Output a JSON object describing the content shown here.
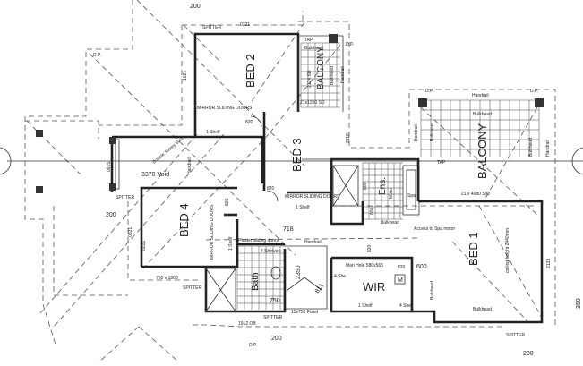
{
  "plan": {
    "rooms": {
      "bed2": "BED 2",
      "bed3": "BED 3",
      "bed4": "BED 4",
      "bed1": "BED 1",
      "wir": "WIR",
      "bath": "Bath",
      "ens": "Ens.",
      "balcony_small": "BALCONY",
      "balcony_large": "BALCONY"
    },
    "labels": {
      "dim_200_top": "200",
      "spitter_top": "SPITTER",
      "dim_0321": "0321",
      "dim_1021": "1021",
      "dp_left": "D.P.",
      "mirror_doors_bed2": "MIRROR SLIDING DOORS",
      "shelf_bed2": "1 Shelf",
      "door_820_bed2": "820",
      "double_storey_void": "Double Storey Void",
      "void_3370": "3370 Void",
      "handrail_void": "Handrail",
      "dim_0915": "0915",
      "spitter_left": "SPITTER",
      "dim_200_left": "200",
      "dim_0221": "0221",
      "tap_small": "TAP",
      "bulkhead_small_top": "Bulkhead",
      "sd_2124": "2124 SD",
      "bulkhead_small_side": "Bulkhead",
      "handrail_small": "Handrail",
      "sd_21x1350": "21x1350 SD",
      "dim_2118": "2118",
      "dp_balc_left": "D.P.",
      "dp_balc_right": "D.P.",
      "dp_small": "D.P.",
      "handrail_large_top": "Handrail",
      "bulkhead_large_top": "Bulkhead",
      "handrail_large_left": "Handrail",
      "bulkhead_large_left": "Bulkhead",
      "bulkhead_large_right": "Bulkhead",
      "handrail_large_right": "Handrail",
      "tap_large": "TAP",
      "sd_21x4080": "21 x 4080 S/D",
      "mirror_doors_bed3": "MIRROR SLIDING DOORS",
      "shelf_bed3": "1 Shelf",
      "door_820_bed3": "820",
      "mirror_doors_bed4": "MIRROR SLIDING DOORS",
      "shelf_bed4": "1 Shelf",
      "door_820_bed4": "820",
      "dim_0221b": "0221",
      "window_750x1800": "750 x 1800",
      "spitter_bed4": "SPITTER",
      "plaster_doors": "Plaster sliding doors",
      "shelves_4": "4 Shelves",
      "dim_718": "718",
      "handrail_stair": "Handrail",
      "dim_2350": "2350",
      "dim_811": "811",
      "fixed_15x750": "15x750 Fixed",
      "dim_750": "750",
      "spitter_bottom": "SPITTER",
      "ob_1912": "1912 OB",
      "dim_200_bottom": "200",
      "dp_bottom": "D.P.",
      "bulkhead_ens": "Bulkhead",
      "access_spa": "Access to Spa motor",
      "mixer": "Mixer",
      "spa": "Spa",
      "dim_800a": "800",
      "dim_800b": "800",
      "door_820_ens": "820",
      "wir_shelves_left": "4 She",
      "manhole": "Man Hole 580x565",
      "manhole_m": "M",
      "door_820_wir": "820",
      "wir_shelf": "1 Shelf",
      "wir_shelves_right": "4 She",
      "dim_600": "600",
      "bulkhead_bed1_left": "Bulkhead",
      "ceiling_height": "ceiling height 2440mm",
      "dim_2133": "2133",
      "bulkhead_bed1_bottom": "Bulkhead",
      "spitter_bed1": "SPITTER",
      "dim_200_bed1": "200",
      "dim_350": "350"
    }
  }
}
